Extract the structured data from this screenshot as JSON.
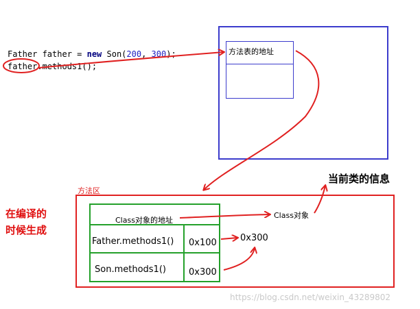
{
  "code": {
    "line1": {
      "part1": "Father father = ",
      "keyword": "new",
      "part2": " Son(",
      "arg1": "200",
      "sep": ", ",
      "arg2": "300",
      "part3": ");"
    },
    "line2": {
      "var": "father",
      "rest": ".methods1();"
    }
  },
  "object_box": {
    "method_table_address": "方法表的地址"
  },
  "method_area": {
    "label": "方法区",
    "class_object_address": "Class对象的地址",
    "class_object": "Class对象",
    "rows": [
      {
        "method": "Father.methods1()",
        "address": "0x100"
      },
      {
        "method": "Son.methods1()",
        "address": "0x300"
      }
    ],
    "pointer_value": "0x300"
  },
  "annotations": {
    "compile_time_line1": "在编译的",
    "compile_time_line2": "时候生成",
    "current_class_info": "当前类的信息"
  },
  "watermark": "https://blog.csdn.net/weixin_43289802",
  "colors": {
    "object_border": "#3b3bcc",
    "area_border": "#e02020",
    "table_border": "#23a02a",
    "arrow": "#e02020",
    "annotation_red": "#e01010"
  }
}
